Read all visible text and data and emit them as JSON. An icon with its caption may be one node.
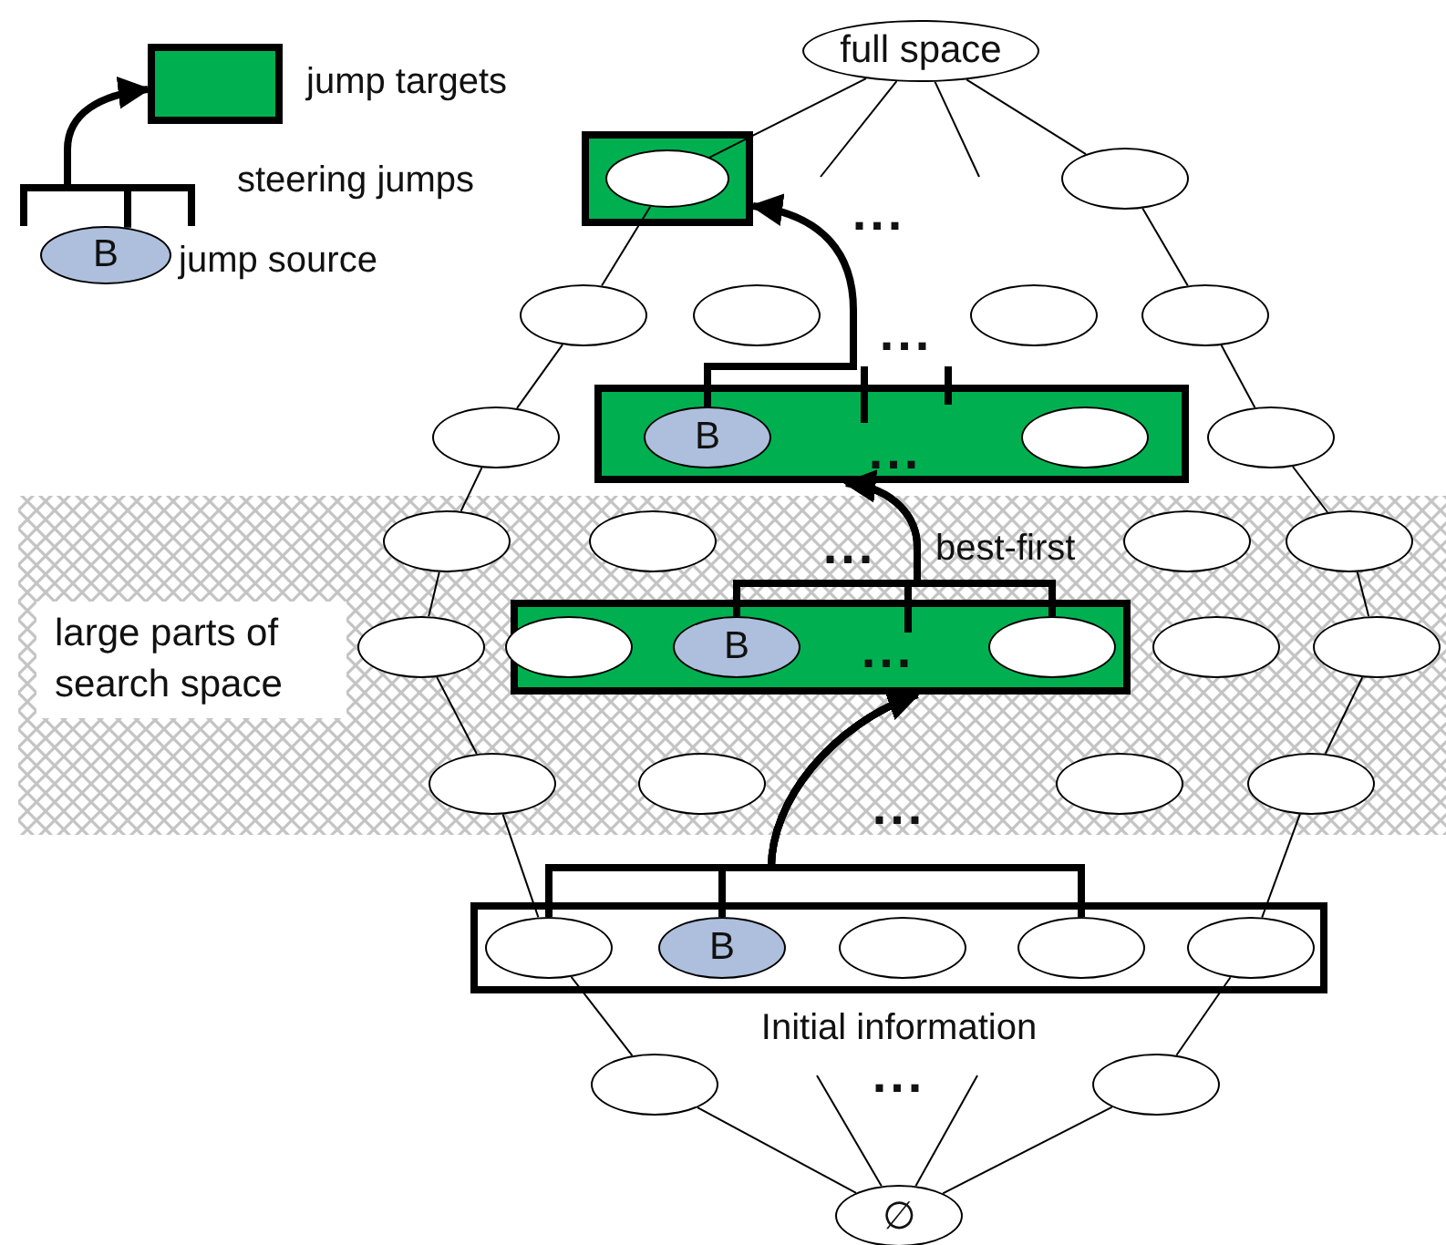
{
  "diagram": {
    "nodes": [
      {
        "text": [],
        "shape": "box",
        "beside": [
          "jump targets"
        ]
      },
      {
        "text": [
          "B"
        ],
        "beside": [
          "jump source"
        ]
      },
      {
        "text": [
          "full space"
        ]
      },
      {
        "text": [],
        "shape": "box"
      },
      {
        "text": [],
        "shape": "ellipse",
        "in": 3
      },
      {
        "text": [],
        "shape": "ellipse"
      },
      {
        "text": [],
        "shape": "ellipse"
      },
      {
        "text": [],
        "shape": "ellipse"
      },
      {
        "text": [],
        "shape": "ellipse"
      },
      {
        "text": [],
        "shape": "ellipse"
      },
      {
        "text": [],
        "shape": "ellipse"
      },
      {
        "text": [],
        "shape": "box"
      },
      {
        "text": [
          "B"
        ],
        "in": 11
      },
      {
        "text": [],
        "shape": "ellipse",
        "in": 11
      },
      {
        "text": [],
        "shape": "ellipse"
      },
      {
        "text": [],
        "shape": "ellipse"
      },
      {
        "text": [],
        "shape": "ellipse"
      },
      {
        "text": [],
        "shape": "ellipse"
      },
      {
        "text": [],
        "shape": "ellipse"
      },
      {
        "text": [],
        "shape": "ellipse"
      },
      {
        "text": [],
        "shape": "box"
      },
      {
        "text": [],
        "shape": "ellipse",
        "in": 20
      },
      {
        "text": [
          "B"
        ],
        "in": 20
      },
      {
        "text": [],
        "shape": "ellipse",
        "in": 20
      },
      {
        "text": [],
        "shape": "ellipse"
      },
      {
        "text": [],
        "shape": "ellipse"
      },
      {
        "text": [],
        "shape": "ellipse"
      },
      {
        "text": [],
        "shape": "ellipse"
      },
      {
        "text": [],
        "shape": "ellipse"
      },
      {
        "text": [],
        "shape": "ellipse"
      },
      {
        "text": [],
        "shape": "box",
        "beside": [
          "Initial information"
        ]
      },
      {
        "text": [],
        "shape": "ellipse",
        "in": 30
      },
      {
        "text": [
          "B"
        ],
        "in": 30
      },
      {
        "text": [],
        "shape": "ellipse",
        "in": 30
      },
      {
        "text": [],
        "shape": "ellipse",
        "in": 30
      },
      {
        "text": [],
        "shape": "ellipse",
        "in": 30
      },
      {
        "text": [],
        "shape": "ellipse"
      },
      {
        "text": [],
        "shape": "ellipse"
      },
      {
        "text": [
          "∅"
        ]
      }
    ],
    "edges": [
      {
        "from": 1,
        "to": 0,
        "arrow": "to",
        "label": "steering jumps",
        "style": "thick"
      },
      {
        "from": 2,
        "to": 4,
        "arrow": "none"
      },
      {
        "from": 2,
        "to": null,
        "arrow": "none"
      },
      {
        "from": 2,
        "to": null,
        "arrow": "none"
      },
      {
        "from": 2,
        "to": 5,
        "arrow": "none"
      },
      {
        "from": 4,
        "to": 6,
        "arrow": "none"
      },
      {
        "from": 6,
        "to": 10,
        "arrow": "none"
      },
      {
        "from": 10,
        "to": 15,
        "arrow": "none"
      },
      {
        "from": 15,
        "to": 19,
        "arrow": "none"
      },
      {
        "from": 19,
        "to": 26,
        "arrow": "none"
      },
      {
        "from": 26,
        "to": 31,
        "arrow": "none"
      },
      {
        "from": 31,
        "to": 36,
        "arrow": "none"
      },
      {
        "from": 36,
        "to": 38,
        "arrow": "none"
      },
      {
        "from": 5,
        "to": 9,
        "arrow": "none"
      },
      {
        "from": 9,
        "to": 14,
        "arrow": "none"
      },
      {
        "from": 14,
        "to": 18,
        "arrow": "none"
      },
      {
        "from": 18,
        "to": 25,
        "arrow": "none"
      },
      {
        "from": 25,
        "to": 29,
        "arrow": "none"
      },
      {
        "from": 29,
        "to": 35,
        "arrow": "none"
      },
      {
        "from": 35,
        "to": 37,
        "arrow": "none"
      },
      {
        "from": 37,
        "to": 38,
        "arrow": "none"
      },
      {
        "from": 38,
        "to": null,
        "arrow": "none"
      },
      {
        "from": 38,
        "to": null,
        "arrow": "none"
      },
      {
        "from": 12,
        "to": 3,
        "arrow": "to",
        "style": "thick"
      },
      {
        "from": 22,
        "to": 11,
        "arrow": "to",
        "label": "best-first",
        "style": "thick"
      },
      {
        "from": 23,
        "to": 11,
        "arrow": "to",
        "style": "thick"
      },
      {
        "from": 31,
        "to": 20,
        "arrow": "to",
        "style": "thick"
      },
      {
        "from": 32,
        "to": 20,
        "arrow": "to",
        "style": "thick"
      },
      {
        "from": 34,
        "to": 20,
        "arrow": "to",
        "style": "thick"
      }
    ],
    "labels": [
      "...",
      "...",
      "...",
      "...",
      "large parts of search space",
      "...",
      "...",
      "..."
    ]
  }
}
